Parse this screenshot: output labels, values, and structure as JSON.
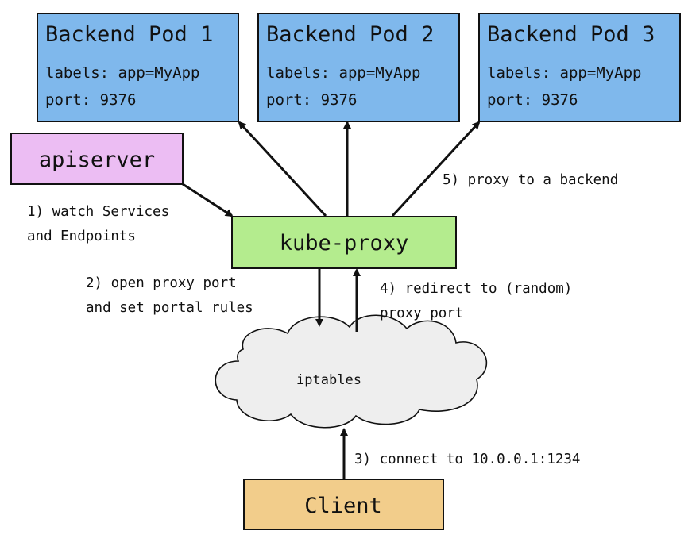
{
  "pods": [
    {
      "title": "Backend Pod 1",
      "labels": "labels: app=MyApp",
      "port": "port: 9376"
    },
    {
      "title": "Backend Pod 2",
      "labels": "labels: app=MyApp",
      "port": "port: 9376"
    },
    {
      "title": "Backend Pod 3",
      "labels": "labels: app=MyApp",
      "port": "port: 9376"
    }
  ],
  "apiserver": {
    "label": "apiserver"
  },
  "kube_proxy": {
    "label": "kube-proxy"
  },
  "iptables": {
    "label": "iptables"
  },
  "client": {
    "label": "Client"
  },
  "steps": {
    "watch": [
      "1) watch Services",
      "and Endpoints"
    ],
    "open_port": [
      "2) open proxy port",
      "and set portal rules"
    ],
    "connect": [
      "3) connect to 10.0.0.1:1234"
    ],
    "redirect": [
      "4) redirect to (random)",
      "proxy port"
    ],
    "proxy": [
      "5) proxy to a backend"
    ]
  },
  "colors": {
    "pod_fill": "#7fb8ec",
    "apiserver_fill": "#ecbdf3",
    "kube_proxy_fill": "#b4ec8e",
    "iptables_fill": "#eeeeee",
    "client_fill": "#f2cd8b",
    "stroke": "#111111"
  }
}
